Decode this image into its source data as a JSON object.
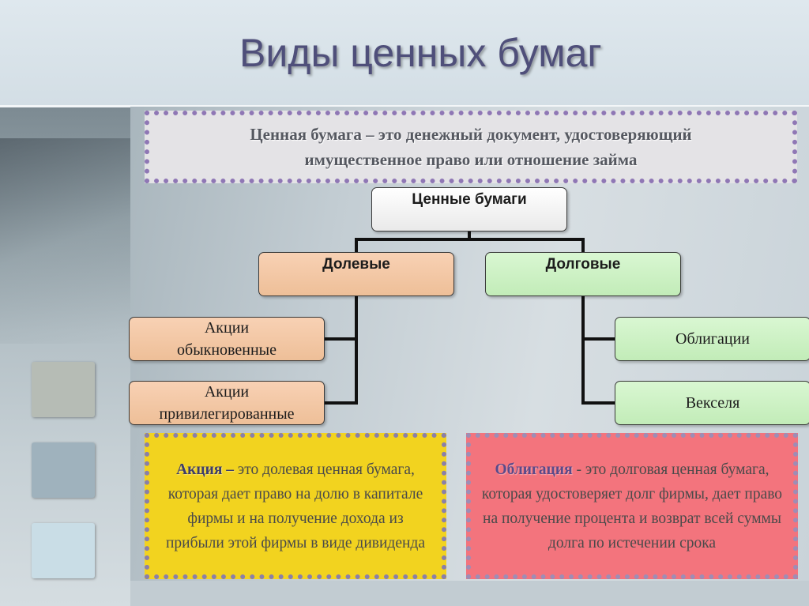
{
  "title": "Виды ценных бумаг",
  "definition": "Ценная бумага – это денежный документ, удостоверяющий\nимущественное право или отношение займа",
  "tree": {
    "root": "Ценные бумаги",
    "left_branch": "Долевые",
    "right_branch": "Долговые",
    "left_children": [
      "Акции\nобыкновенные",
      "Акции\nпривилегированные"
    ],
    "right_children": [
      "Облигации",
      "Векселя"
    ]
  },
  "notes": {
    "share": {
      "term": "Акция –",
      "text": " это долевая ценная бумага, которая дает право на долю в капитале фирмы и на получение дохода из прибыли этой фирмы в виде дивиденда"
    },
    "bond": {
      "term": "Облигация",
      "text": " - это долговая ценная бумага, которая удостоверяет долг фирмы, дает право на получение процента и возврат всей суммы долга по истечении срока"
    }
  },
  "colors": {
    "title": "#4f4f7a",
    "equity_box": "#eebf98",
    "debt_box": "#c2ecb8",
    "share_note": "#f2d31f",
    "bond_note": "#f3747d",
    "dotted_border": "#8f77b5"
  }
}
